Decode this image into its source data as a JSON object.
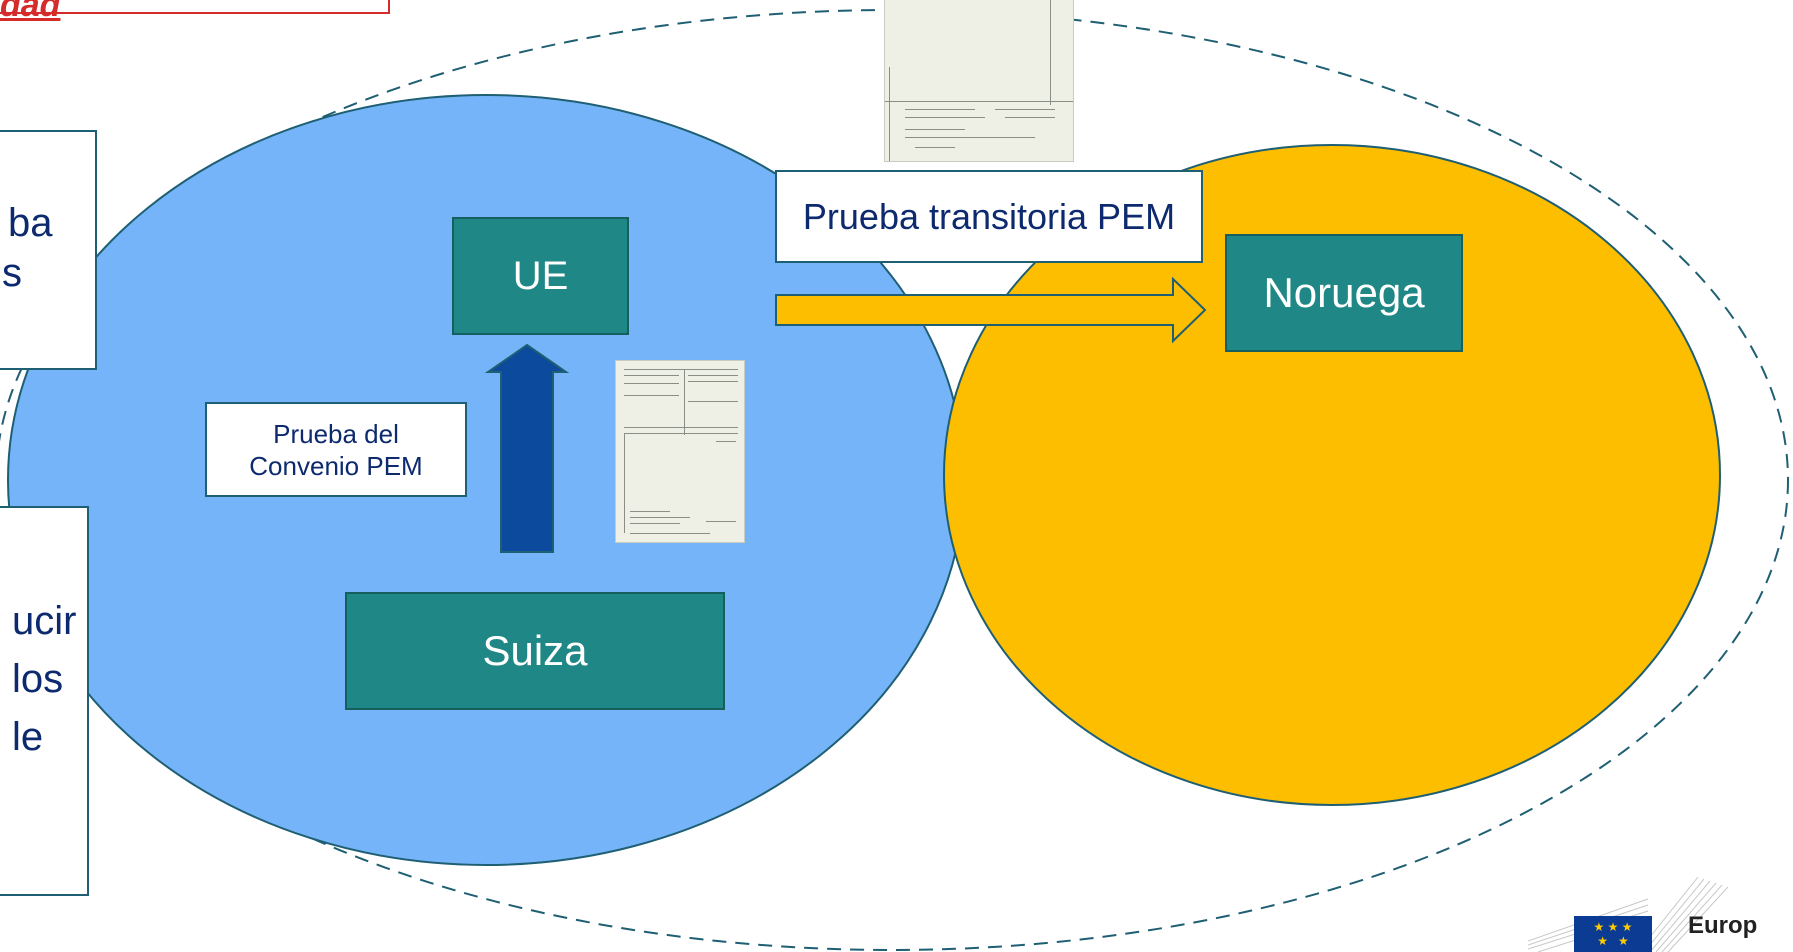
{
  "title_fragment": "dad",
  "left_box_top": {
    "lines": [
      "ba",
      "s"
    ]
  },
  "left_box_bottom": {
    "lines": [
      "ucir",
      "los",
      "le"
    ]
  },
  "nodes": {
    "ue": "UE",
    "suiza": "Suiza",
    "noruega": "Noruega"
  },
  "labels": {
    "pem_convention_line1": "Prueba del",
    "pem_convention_line2": "Convenio PEM",
    "pem_transitional": "Prueba transitoria PEM"
  },
  "logo": {
    "text": "Europ",
    "flag_stars": "★ ★ ★\n★   ★\n★ ★ ★"
  },
  "colors": {
    "blue_ellipse": "#75b4f8",
    "yellow_ellipse": "#fdbe00",
    "teal": "#1f8785",
    "arrow_blue": "#0b4a9c",
    "arrow_yellow": "#fdbe00",
    "title_red": "#d52b2b"
  }
}
